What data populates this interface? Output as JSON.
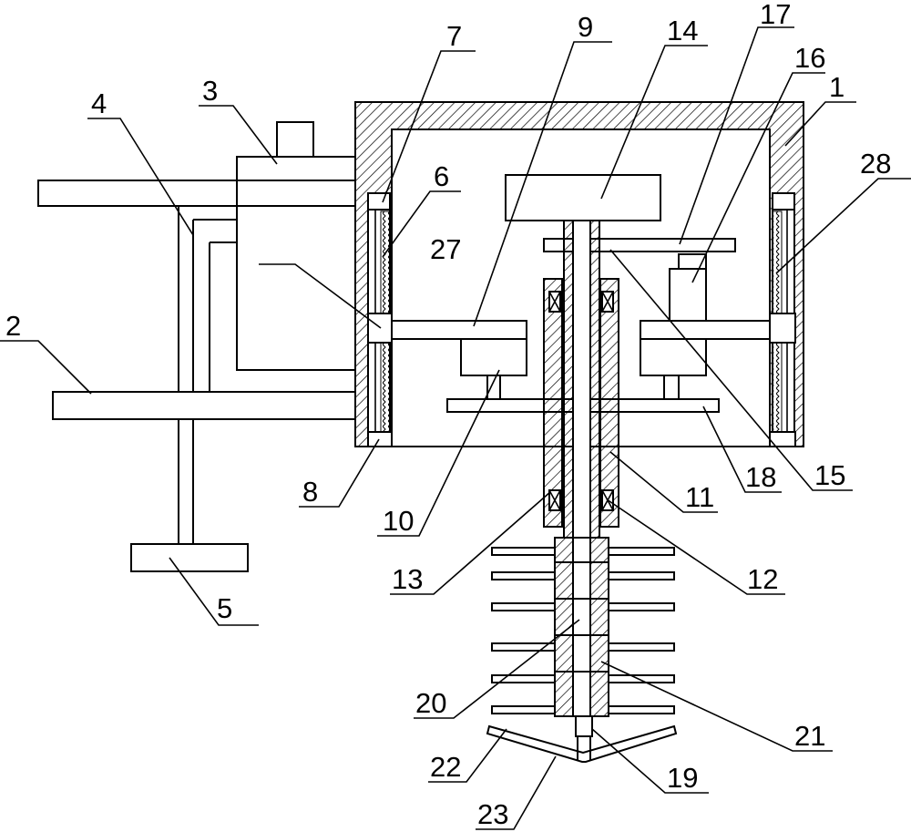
{
  "labels": {
    "l1": "1",
    "l2": "2",
    "l3": "3",
    "l4": "4",
    "l5": "5",
    "l6": "6",
    "l7": "7",
    "l8": "8",
    "l9": "9",
    "l10": "10",
    "l11": "11",
    "l12": "12",
    "l13": "13",
    "l14": "14",
    "l15": "15",
    "l16": "16",
    "l17": "17",
    "l18": "18",
    "l19": "19",
    "l20": "20",
    "l21": "21",
    "l22": "22",
    "l23": "23",
    "l27": "27",
    "l28": "28"
  }
}
